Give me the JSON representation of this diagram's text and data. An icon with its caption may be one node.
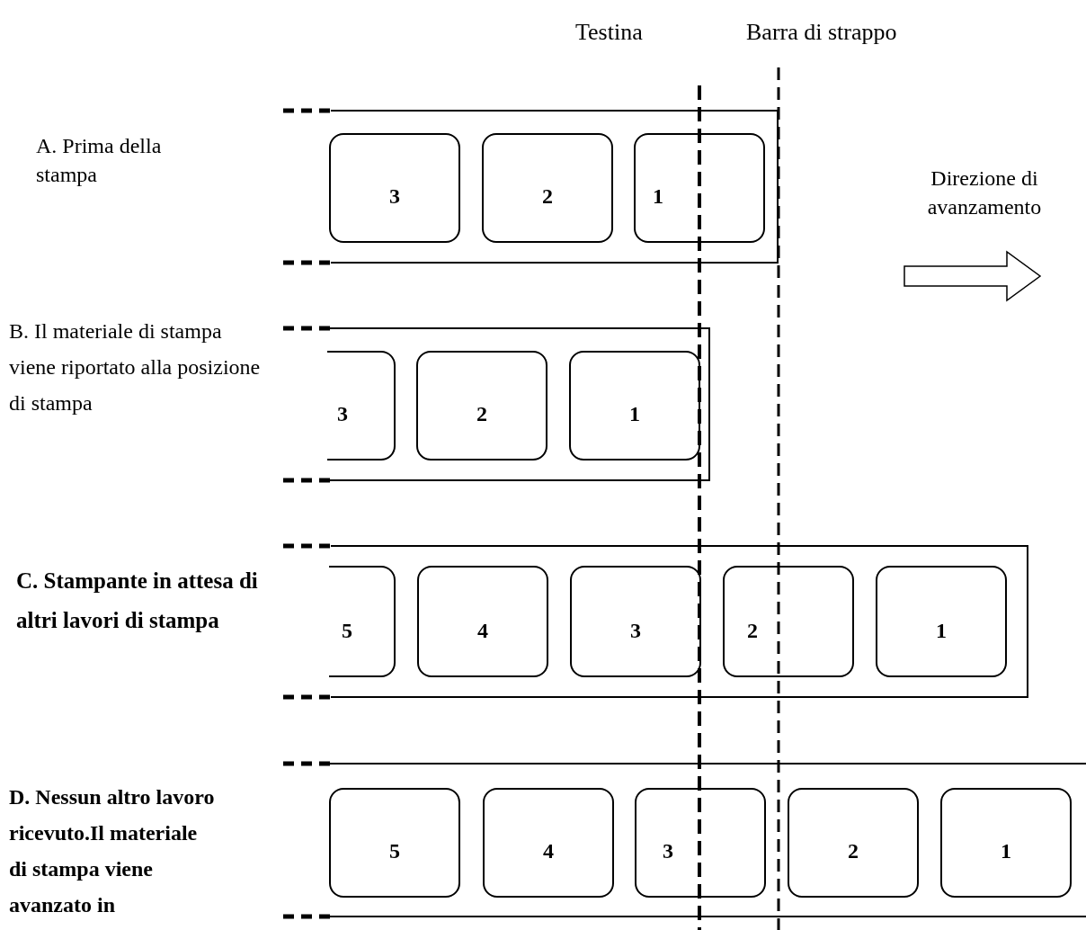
{
  "diagram": {
    "nodes": [
      {
        "text": [],
        "shape": "box"
      },
      {
        "text": [
          "3"
        ],
        "in": 0
      },
      {
        "text": [
          "2"
        ],
        "in": 0
      },
      {
        "text": [
          "1"
        ],
        "in": 0
      },
      {
        "text": [],
        "shape": "box"
      },
      {
        "text": [
          "3"
        ],
        "in": 4
      },
      {
        "text": [
          "2"
        ],
        "in": 4
      },
      {
        "text": [
          "1"
        ],
        "in": 4
      },
      {
        "text": [],
        "shape": "box"
      },
      {
        "text": [
          "5"
        ],
        "in": 8
      },
      {
        "text": [
          "4"
        ],
        "in": 8
      },
      {
        "text": [
          "3"
        ],
        "in": 8
      },
      {
        "text": [
          "2"
        ],
        "in": 8
      },
      {
        "text": [
          "1"
        ],
        "in": 8
      },
      {
        "text": [],
        "shape": "box"
      },
      {
        "text": [
          "5"
        ],
        "in": 14
      },
      {
        "text": [
          "4"
        ],
        "in": 14
      },
      {
        "text": [
          "3"
        ],
        "in": 14
      },
      {
        "text": [
          "2"
        ],
        "in": 14
      },
      {
        "text": [
          "1"
        ],
        "in": 14
      }
    ],
    "labels": [
      "Testina",
      "Barra di strappo",
      "A. Prima della stampa",
      "Direzione di avanzamento",
      "B. Il materiale di stampa viene riportato alla posizione di stampa",
      "C. Stampante in attesa di altri lavori di stampa",
      "D. Nessun altro lavoro ricevuto.Il materiale di stampa viene avanzato in"
    ]
  }
}
